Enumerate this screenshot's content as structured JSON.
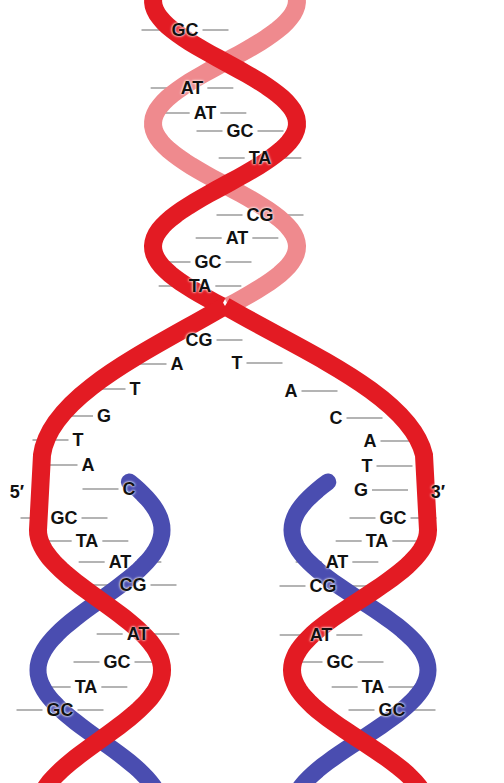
{
  "diagram": {
    "labels": [
      "GC",
      "AT",
      "AT",
      "GC",
      "TA",
      "CG",
      "AT",
      "GC",
      "TA",
      "CG",
      "A",
      "T",
      "G",
      "T",
      "A",
      "C",
      "T",
      "A",
      "C",
      "A",
      "T",
      "G",
      "5′",
      "3′",
      "GC",
      "TA",
      "AT",
      "CG",
      "AT",
      "GC",
      "TA",
      "GC",
      "GC",
      "TA",
      "AT",
      "CG",
      "AT",
      "GC",
      "TA",
      "GC"
    ]
  }
}
